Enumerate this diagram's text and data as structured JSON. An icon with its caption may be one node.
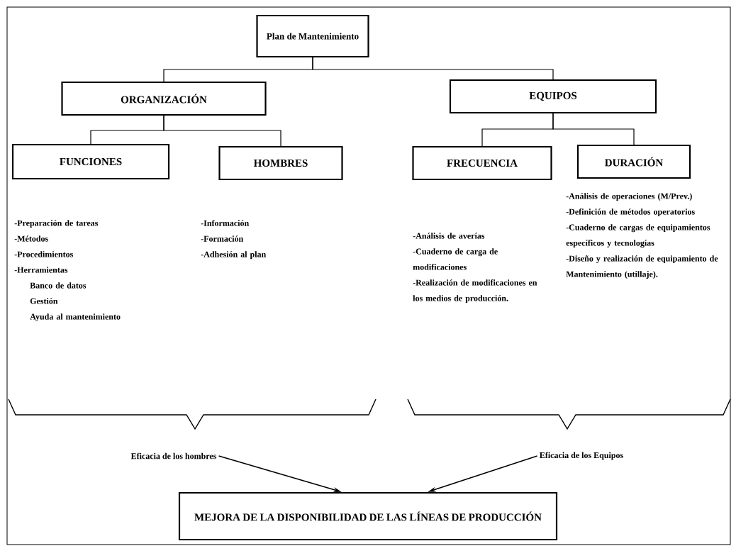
{
  "diagram": {
    "nodes": [
      {
        "text": [
          "Plan de Mantenimiento"
        ]
      },
      {
        "text": [
          "ORGANIZACIÓN"
        ]
      },
      {
        "text": [
          "EQUIPOS"
        ]
      },
      {
        "text": [
          "FUNCIONES"
        ]
      },
      {
        "text": [
          "HOMBRES"
        ]
      },
      {
        "text": [
          "FRECUENCIA"
        ]
      },
      {
        "text": [
          "DURACIÓN"
        ]
      },
      {
        "text": [
          "Eficacia de los hombres"
        ]
      },
      {
        "text": [
          "Eficacia de los Equipos"
        ]
      },
      {
        "text": [
          "MEJORA DE LA DISPONIBILIDAD DE LAS LÍNEAS DE PRODUCCIÓN"
        ]
      }
    ],
    "edges": [
      {
        "from": 0,
        "to": 1,
        "arrow": "none"
      },
      {
        "from": 0,
        "to": 2,
        "arrow": "none"
      },
      {
        "from": 1,
        "to": 3,
        "arrow": "none"
      },
      {
        "from": 1,
        "to": 4,
        "arrow": "none"
      },
      {
        "from": 2,
        "to": 5,
        "arrow": "none"
      },
      {
        "from": 2,
        "to": 6,
        "arrow": "none"
      },
      {
        "from": 7,
        "to": 9,
        "arrow": "to"
      },
      {
        "from": 8,
        "to": 9,
        "arrow": "to"
      }
    ],
    "labels": [
      "-Preparación de tareas",
      "-Métodos",
      "-Procedimientos",
      "-Herramientas",
      "Banco de datos",
      "Gestión",
      "Ayuda al mantenimiento",
      "-Información",
      "-Formación",
      "-Adhesión al plan",
      "-Análisis de averías",
      "-Cuaderno de carga de modificaciones",
      "-Realización de modificaciones en los medios de producción.",
      "-Análisis de operaciones (M/Prev.)",
      "-Definición de métodos operatorios",
      "-Cuaderno de cargas de equipamientos específicos y tecnologías",
      "-Diseño y realización de equipamiento de Mantenimiento (utillaje)."
    ]
  }
}
